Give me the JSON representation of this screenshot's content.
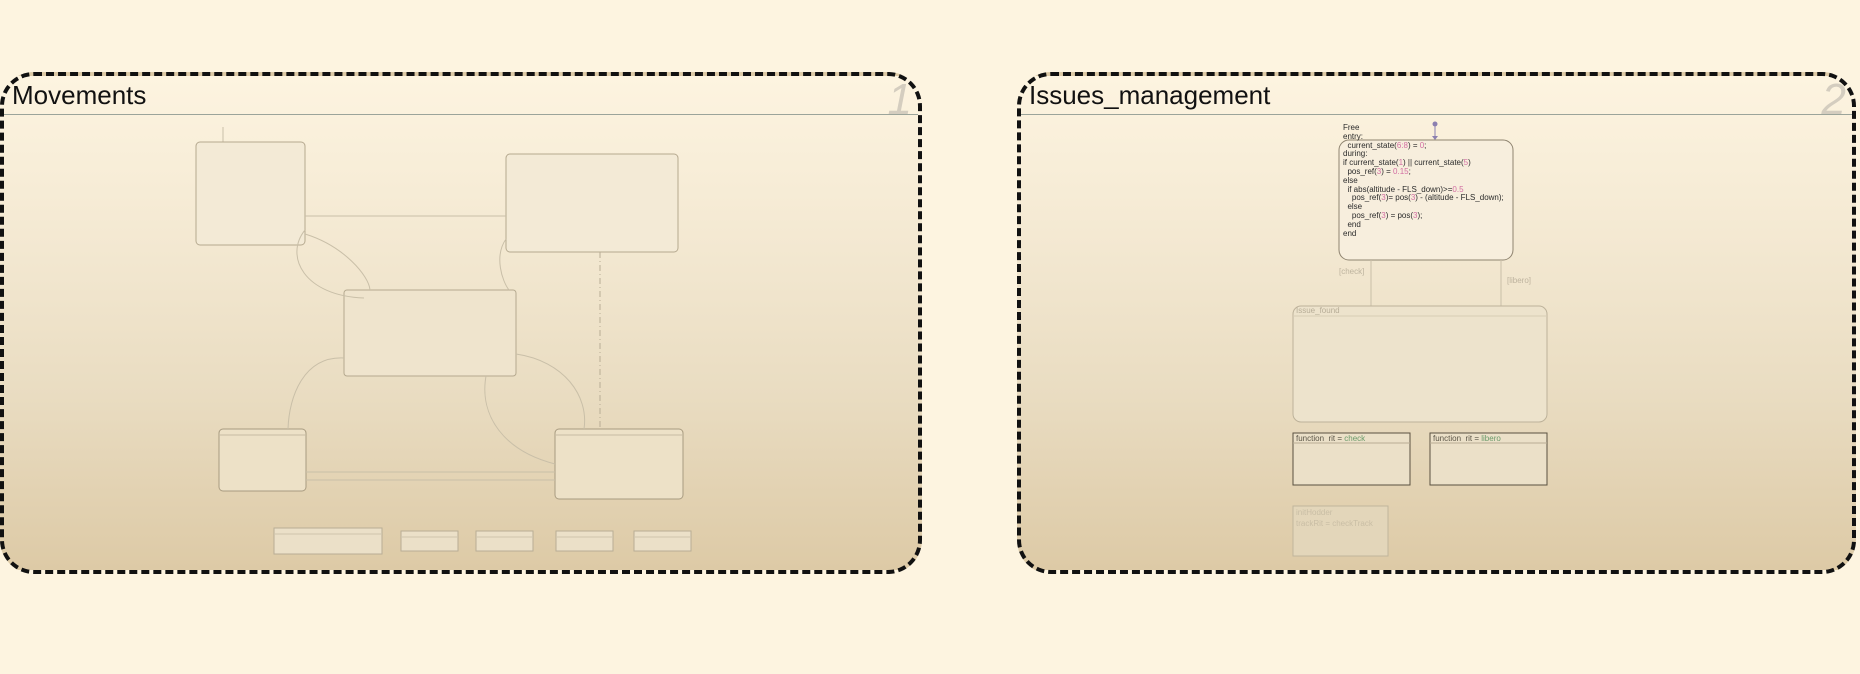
{
  "panels": [
    {
      "title": "Movements",
      "number": "1"
    },
    {
      "title": "Issues_management",
      "number": "2",
      "free_state": {
        "lines": [
          [
            "Free",
            ""
          ],
          [
            "entry:",
            ""
          ],
          [
            "  current_state(",
            "6:8",
            ") = ",
            "0",
            ";"
          ],
          [
            "during:",
            ""
          ],
          [
            "if current_state(",
            "1",
            ") || current_state(",
            "5",
            ")"
          ],
          [
            "  pos_ref(",
            "3",
            ") = ",
            "0.15",
            ";"
          ],
          [
            "else",
            ""
          ],
          [
            "  if abs(altitude - FLS_down)>=",
            "0.5",
            ""
          ],
          [
            "    pos_ref(",
            "3",
            ")= pos(",
            "3",
            ") - (altitude - FLS_down);"
          ],
          [
            "  else",
            ""
          ],
          [
            "    pos_ref(",
            "3",
            ") = pos(",
            "3",
            ");"
          ],
          [
            "  end",
            ""
          ],
          [
            "end",
            ""
          ]
        ]
      },
      "transition_labels": {
        "left": "[check]",
        "right": "[libero]"
      },
      "issue_found_label": "Issue_found",
      "functions": [
        {
          "prefix": "function  rit = ",
          "name": "check"
        },
        {
          "prefix": "function  rit = ",
          "name": "libero"
        }
      ],
      "init_box": {
        "line1": "initHodder",
        "line2": "trackRit = checkTrack"
      }
    }
  ],
  "colors": {
    "background": "#fdf4e0",
    "border": "#111111",
    "state_stroke": "#b5a98f",
    "accent_number": "#d36fa3"
  }
}
